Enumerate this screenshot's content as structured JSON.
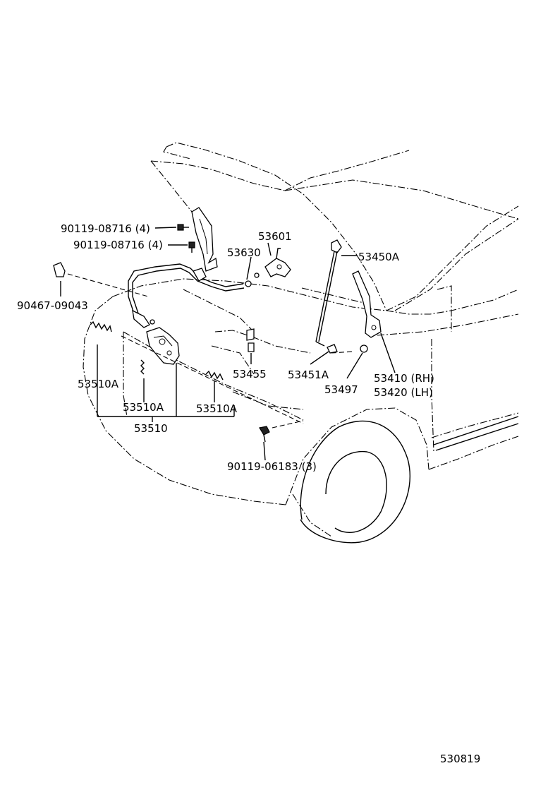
{
  "callouts": {
    "bolt_a": "90119-08716 (4)",
    "bolt_b": "90119-08716 (4)",
    "clip": "90467-09043",
    "p53601": "53601",
    "p53630": "53630",
    "p53450a": "53450A",
    "p53455": "53455",
    "p53451a": "53451A",
    "p53497": "53497",
    "p53410": "53410 (RH)",
    "p53420": "53420 (LH)",
    "p53510a_left": "53510A",
    "p53510a_mid": "53510A",
    "p53510a_right": "53510A",
    "p53510": "53510",
    "bolt_c": "90119-06183 (3)"
  },
  "diagram_code": "530819"
}
